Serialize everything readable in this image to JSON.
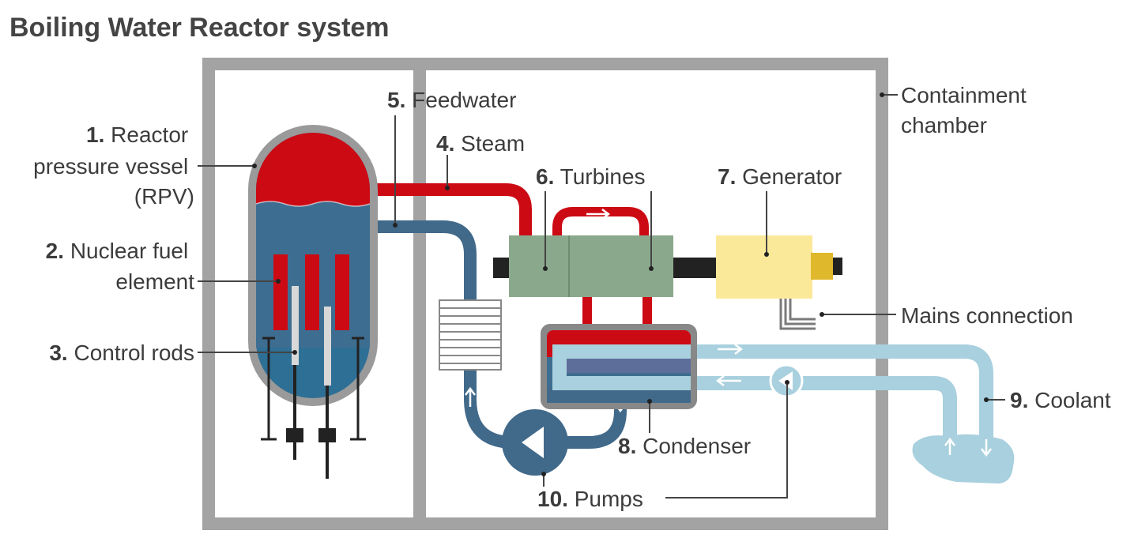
{
  "title": "Boiling Water Reactor system",
  "labels": {
    "rpv": {
      "number": "1.",
      "lines": [
        "Reactor",
        "pressure vessel",
        "(RPV)"
      ]
    },
    "fuel": {
      "number": "2.",
      "lines": [
        "Nuclear fuel",
        "element"
      ]
    },
    "rods": {
      "number": "3.",
      "text": "Control rods"
    },
    "steam": {
      "number": "4.",
      "text": "Steam"
    },
    "feedwater": {
      "number": "5.",
      "text": "Feedwater"
    },
    "turbines": {
      "number": "6.",
      "text": "Turbines"
    },
    "generator": {
      "number": "7.",
      "text": "Generator"
    },
    "condenser": {
      "number": "8.",
      "text": "Condenser"
    },
    "coolant": {
      "number": "9.",
      "text": "Coolant"
    },
    "pumps": {
      "number": "10.",
      "text": "Pumps"
    },
    "containment": {
      "lines": [
        "Containment",
        "chamber"
      ]
    },
    "mains": {
      "text": "Mains connection"
    }
  },
  "colors": {
    "containment_wall": "#a3a3a3",
    "steam": "#cc0a14",
    "feedwater": "#41698a",
    "coolant": "#a8d0de",
    "turbine": "#8aa98c",
    "generator": "#fbe99a",
    "generator_end": "#e0b82c",
    "vessel_shell": "#9a9a9a"
  }
}
